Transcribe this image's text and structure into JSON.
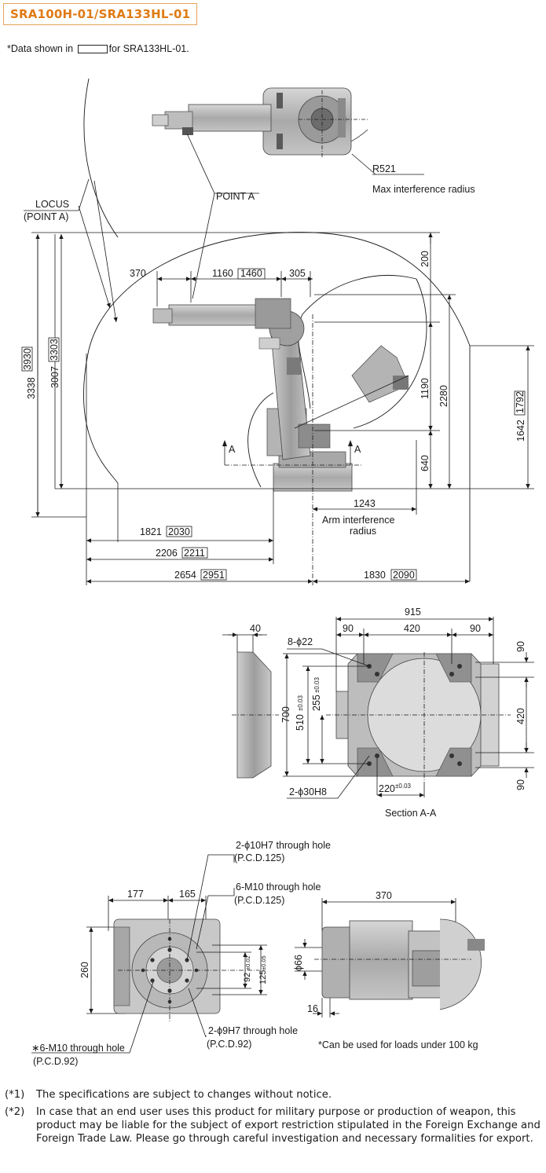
{
  "title": "SRA100H-01/SRA133HL-01",
  "top_note": {
    "prefix": "*Data shown in",
    "suffix": "for SRA133HL-01."
  },
  "side_view": {
    "r521": "R521",
    "max_interference": "Max interference radius",
    "point_a": "POINT A",
    "locus": "LOCUS",
    "locus_sub": "(POINT A)",
    "d370": "370",
    "d1160": "1160",
    "d1460": "1460",
    "d305": "305",
    "d200": "200",
    "d1190": "1190",
    "d2280": "2280",
    "d640": "640",
    "d1642": "1642",
    "d1792": "1792",
    "d3338": "3338",
    "d3930": "3930",
    "d3007": "3007",
    "d3303": "3303",
    "d1243": "1243",
    "arm_interference": "Arm interference",
    "radius": "radius",
    "d1821": "1821",
    "d2030": "2030",
    "d2206": "2206",
    "d2211": "2211",
    "d2654": "2654",
    "d2951": "2951",
    "d1830": "1830",
    "d2090": "2090",
    "section_mark": "A"
  },
  "section": {
    "d40": "40",
    "d915": "915",
    "d90a": "90",
    "d420a": "420",
    "d90b": "90",
    "hole_8": "8-ϕ22",
    "d700": "700",
    "d510": "510",
    "tol510": "±0.03",
    "d255": "255",
    "tol255": "±0.03",
    "d90r1": "90",
    "d420r": "420",
    "d90r2": "90",
    "hole_2": "2-ϕ30H8",
    "d220": "220",
    "tol220": "±0.03",
    "caption": "Section A-A"
  },
  "wrist": {
    "h1": "2-ϕ10H7 through hole",
    "h1b": "(P.C.D.125)",
    "h2": "6-M10 through hole",
    "h2b": "(P.C.D.125)",
    "d177": "177",
    "d165": "165",
    "d370": "370",
    "d260": "260",
    "d92": "92",
    "tol92": "±0.02",
    "d125": "125",
    "tol125": "±0.05",
    "d66": "ϕ66",
    "d16": "16",
    "h3": "2-ϕ9H7 through hole",
    "h3b": "(P.C.D.92)",
    "h4": "∗6-M10 through hole",
    "h4b": "(P.C.D.92)",
    "load_note": "*Can be used for loads under 100 kg"
  },
  "footnotes": [
    {
      "mark": "(*1)",
      "text": "The specifications are subject to changes without notice."
    },
    {
      "mark": "(*2)",
      "text": "In case that an end user uses this product for military purpose or production of weapon, this product may be liable for the subject of export restriction stipulated in the Foreign Exchange and Foreign Trade Law. Please go through careful investigation and necessary formalities for export."
    }
  ],
  "colors": {
    "title": "#e07a14",
    "title_border": "#e6a25a",
    "robot_fill": "#b8b8b8",
    "robot_dark": "#5a5a5a",
    "line": "#1a1a1a"
  }
}
